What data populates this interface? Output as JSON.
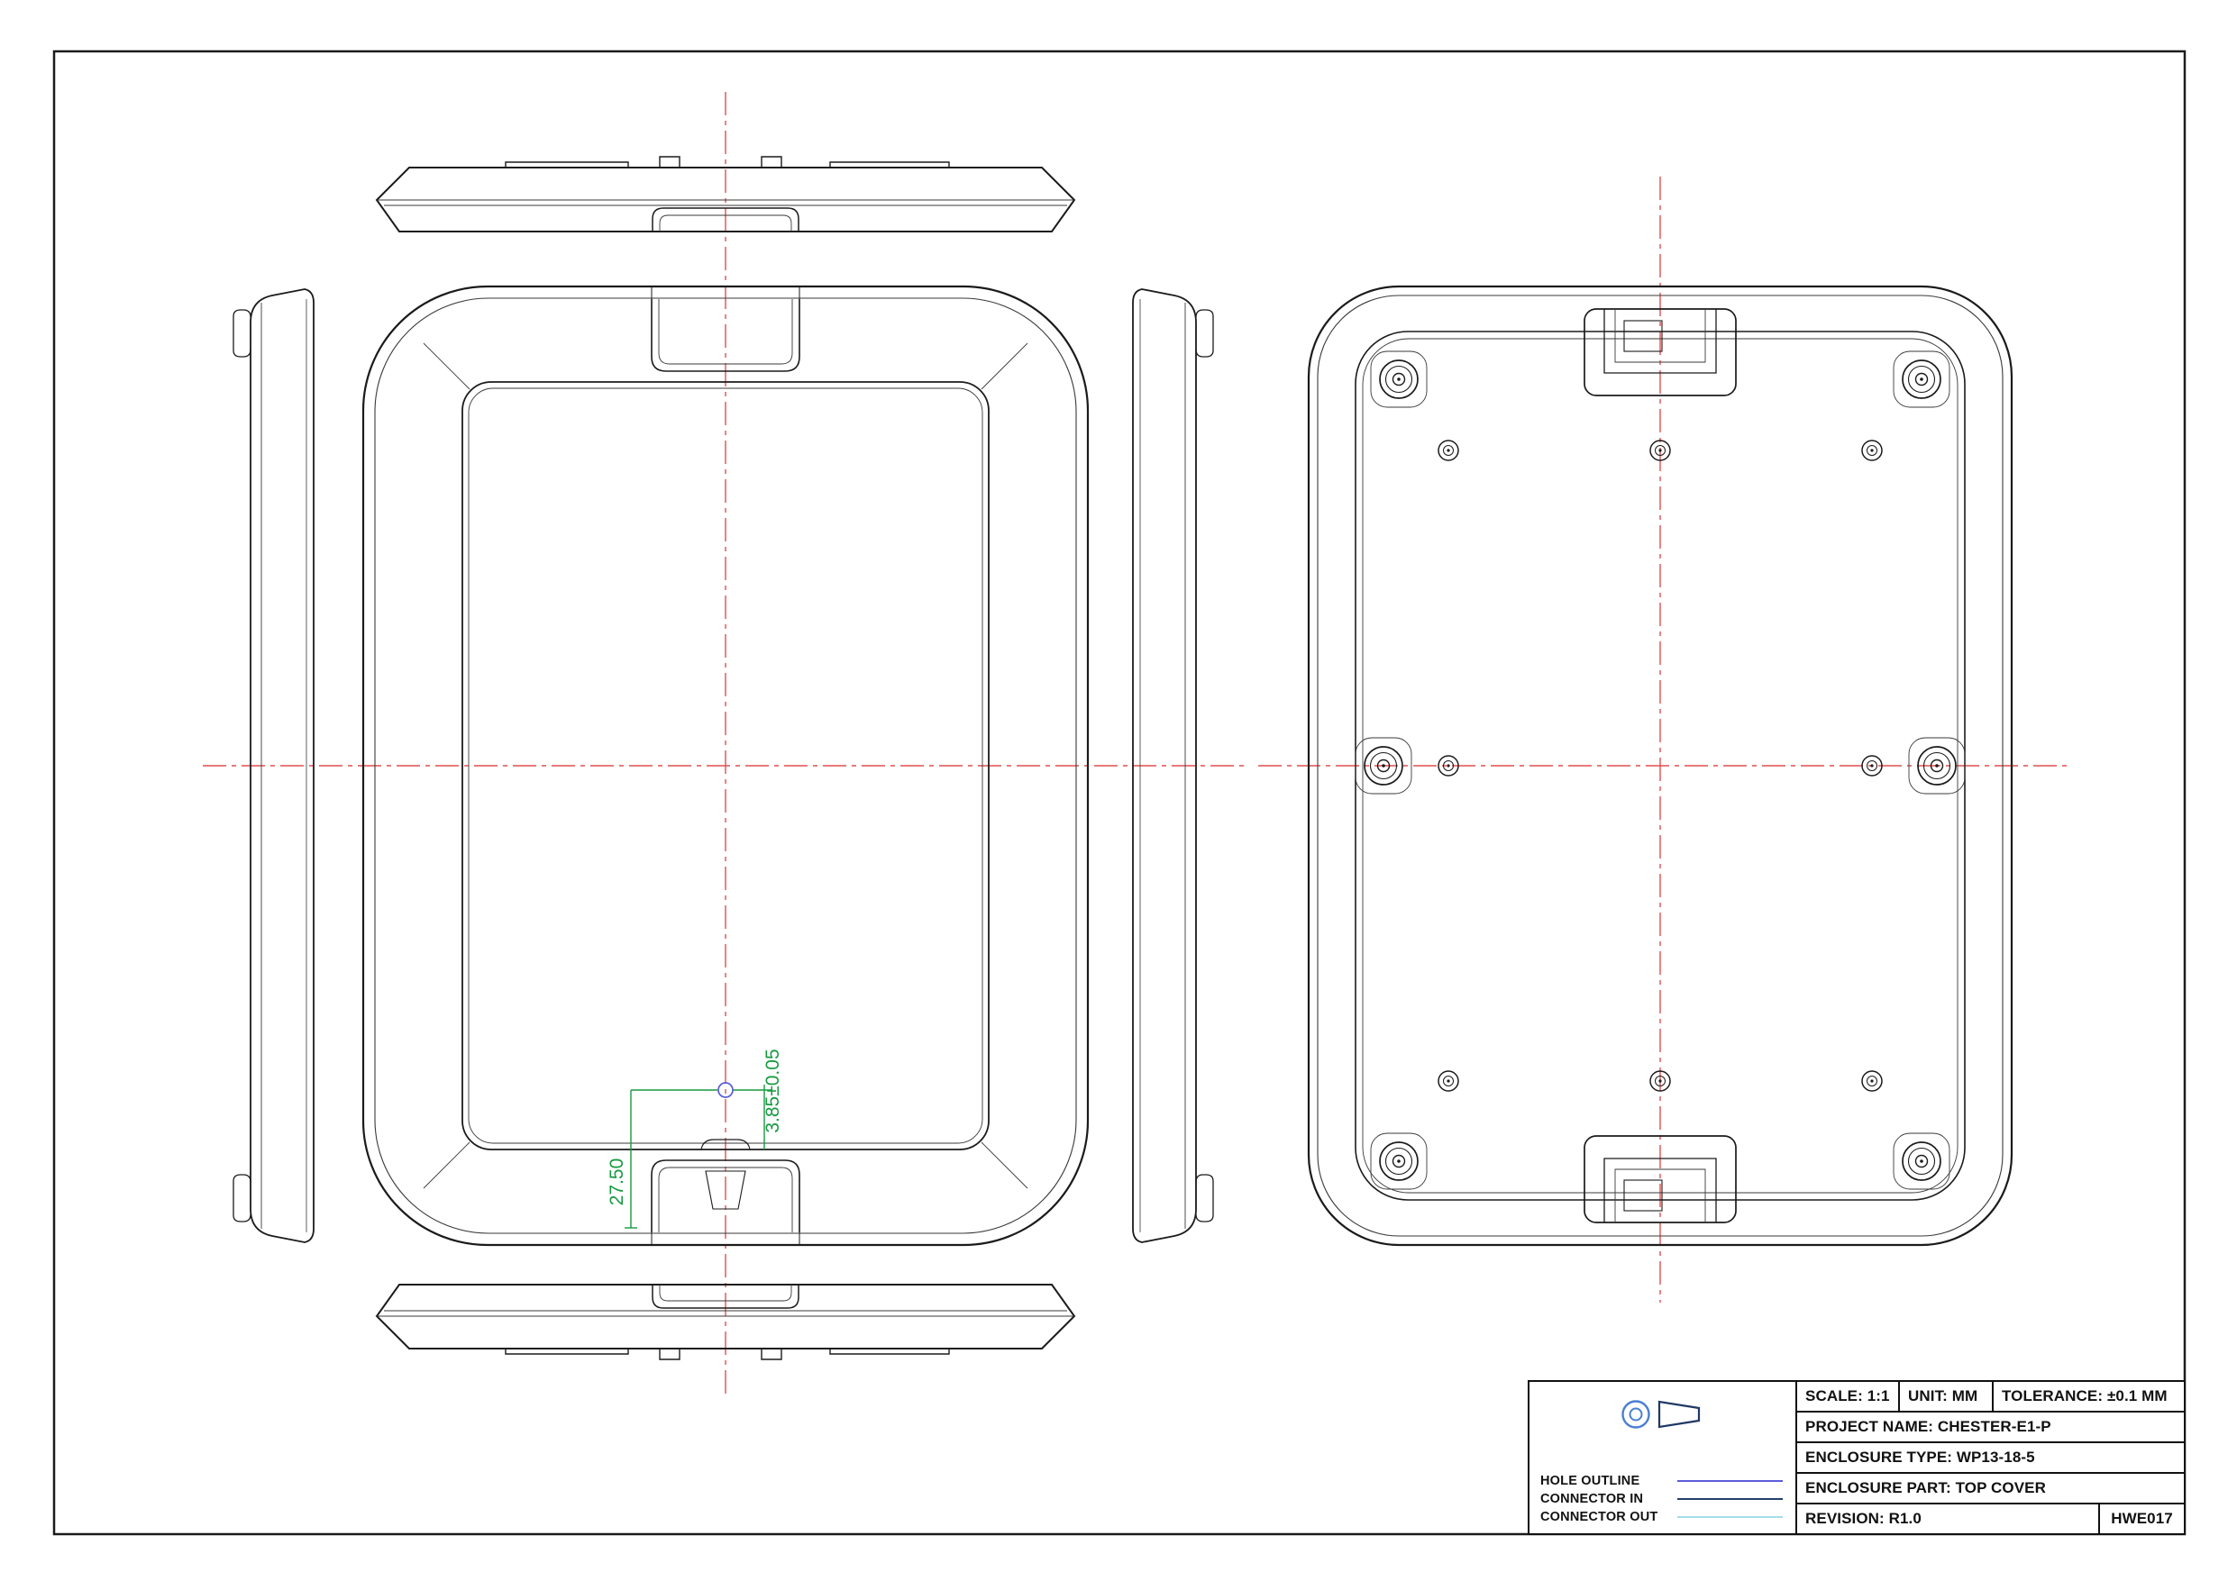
{
  "drawing": {
    "dimensions": {
      "hole_offset": "3.85±0.05",
      "hole_distance": "27.50"
    },
    "colors": {
      "line": "#1b1b1b",
      "centerline": "#e04f4f",
      "dimension": "#169a3f",
      "hole_outline": "#5b5bdc",
      "connector_in": "#24406e",
      "connector_out": "#a5dde9"
    }
  },
  "legend": {
    "items": [
      {
        "label": "HOLE OUTLINE",
        "color": "#5b5bdc"
      },
      {
        "label": "CONNECTOR IN",
        "color": "#24406e"
      },
      {
        "label": "CONNECTOR OUT",
        "color": "#a5dde9"
      }
    ]
  },
  "title_block": {
    "scale": "SCALE: 1:1",
    "unit": "UNIT: MM",
    "tolerance": "TOLERANCE: ±0.1 MM",
    "project_name": "PROJECT NAME: CHESTER-E1-P",
    "enclosure_type": "ENCLOSURE TYPE: WP13-18-5",
    "enclosure_part": "ENCLOSURE PART: TOP COVER",
    "revision": "REVISION: R1.0",
    "code": "HWE017"
  }
}
